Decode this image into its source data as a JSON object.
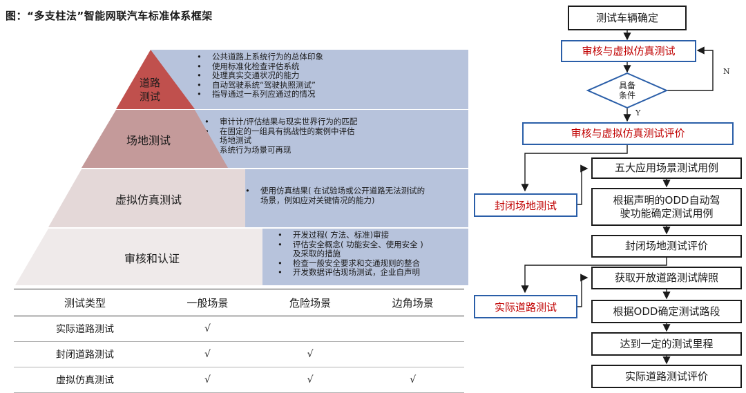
{
  "title": "图：“多支柱法”智能网联汽车标准体系框架",
  "pyramid": {
    "layers": [
      {
        "label": "道路\n测试",
        "label_lines": [
          "道路",
          "测试"
        ],
        "color": "#c0504d",
        "items": [
          {
            "text": "公共道路上系统行为的总体印象",
            "bullet": true
          },
          {
            "text": "使用标准化检查评估系统",
            "bullet": true
          },
          {
            "text": "处理真实交通状况的能力",
            "bullet": true
          },
          {
            "text": "自动驾驶系统“驾驶执照测试”",
            "bullet": true
          },
          {
            "text": "指导通过一系列应通过的情况",
            "bullet": true
          }
        ]
      },
      {
        "label": "场地测试",
        "color": "#c49a9a",
        "items": [
          {
            "text": "审计计/评估结果与现实世界行为的匹配",
            "bullet": true
          },
          {
            "text": "在固定的一组具有挑战性的案例中评估",
            "bullet": true
          },
          {
            "text": "场地测试",
            "bullet": true
          },
          {
            "text": "系统行为场景可再现",
            "bullet": false
          }
        ]
      },
      {
        "label": "虚拟仿真测试",
        "color": "#e4d8d8",
        "items": [
          {
            "text": "使用仿真结果( 在试验场或公开道路无法测试的",
            "bullet": true
          },
          {
            "text": "场景，例如应对关键情况的能力)",
            "bullet": false
          }
        ]
      },
      {
        "label": "审核和认证",
        "color": "#efeaea",
        "items": [
          {
            "text": "开发过程( 方法、标准)审接",
            "bullet": true
          },
          {
            "text": "评估安全概念( 功能安全、使用安全 )",
            "bullet": true
          },
          {
            "text": "及采取的措施",
            "bullet": false
          },
          {
            "text": "检查一般安全要求和交通规则的整合",
            "bullet": true
          },
          {
            "text": "开发数据评估现场测试，企业自声明",
            "bullet": true
          }
        ]
      }
    ]
  },
  "matrix": {
    "headers": [
      "测试类型",
      "一般场景",
      "危险场景",
      "边角场景"
    ],
    "rows": [
      [
        "实际道路测试",
        "√",
        "",
        ""
      ],
      [
        "封闭道路测试",
        "√",
        "√",
        ""
      ],
      [
        "虚拟仿真测试",
        "√",
        "√",
        "√"
      ]
    ]
  },
  "flow": {
    "vehicle_confirm": "测试车辆确定",
    "review_sim": "审核与虚拟仿真测试",
    "decision": "具备\n条件",
    "decision_lines": [
      "具备",
      "条件"
    ],
    "no_label": "N",
    "yes_label": "Y",
    "review_sim_eval": "审核与虚拟仿真测试评价",
    "closed_site": "封闭场地测试",
    "closed_steps": [
      "五大应用场景测试用例",
      "根据声明的ODD自动驾驶功能确定测试用例",
      "封闭场地测试评价"
    ],
    "closed_step2_lines": [
      "根据声明的ODD自动驾",
      "驶功能确定测试用例"
    ],
    "real_road": "实际道路测试",
    "real_steps": [
      "获取开放道路测试牌照",
      "根据ODD确定测试路段",
      "达到一定的测试里程",
      "实际道路测试评价"
    ]
  }
}
